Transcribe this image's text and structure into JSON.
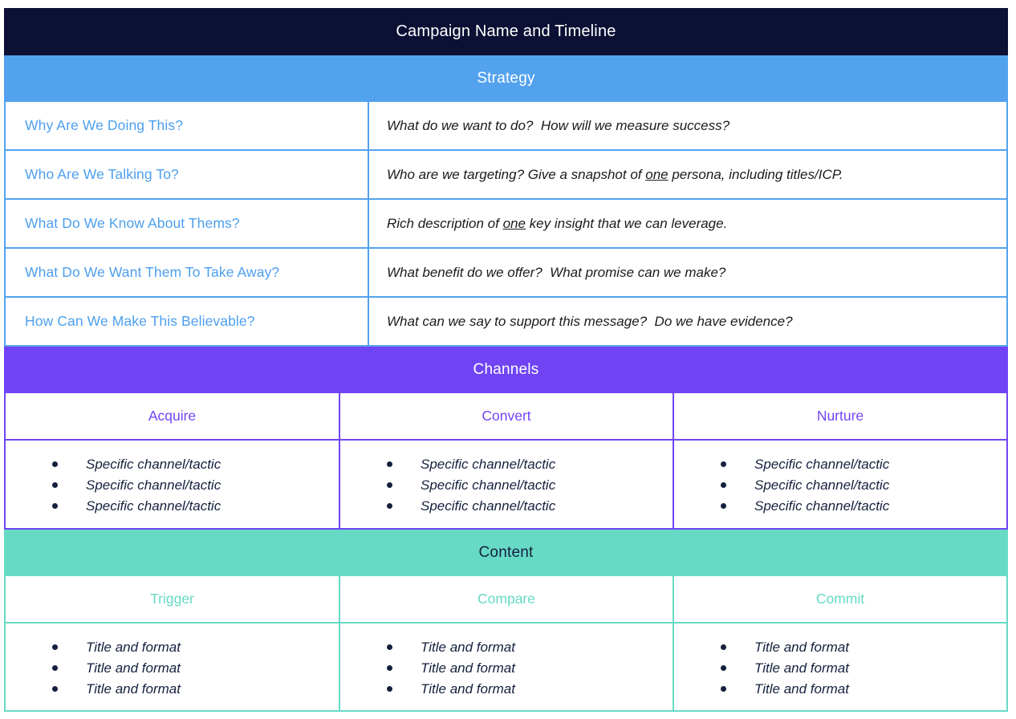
{
  "title": {
    "label": "Campaign Name and Timeline"
  },
  "colors": {
    "title_bar": "#0B1034",
    "strategy": "#52A2EE",
    "channels": "#7044F5",
    "content": "#66DAC5",
    "question_text": "#4D9FEE",
    "body_text": "#14203d"
  },
  "strategy": {
    "band_label": "Strategy",
    "rows": [
      {
        "question": "Why Are We Doing This?",
        "answer_html": "What do we want to do?&nbsp; How will we measure success?"
      },
      {
        "question": "Who Are We Talking To?",
        "answer_html": "Who are we targeting? Give a snapshot of <u>one</u> persona, including titles/ICP."
      },
      {
        "question": "What Do We Know About Thems?",
        "answer_html": "Rich description of <u>one</u> key insight that we can leverage."
      },
      {
        "question": "What Do We Want Them To Take Away?",
        "answer_html": "What benefit do we offer?&nbsp; What promise can we make?"
      },
      {
        "question": "How Can We Make This Believable?",
        "answer_html": "What can we say to support this message?&nbsp; Do we have evidence?"
      }
    ]
  },
  "channels": {
    "band_label": "Channels",
    "columns": [
      {
        "header": "Acquire",
        "items": [
          "Specific channel/tactic",
          "Specific channel/tactic",
          "Specific channel/tactic"
        ]
      },
      {
        "header": "Convert",
        "items": [
          "Specific channel/tactic",
          "Specific channel/tactic",
          "Specific channel/tactic"
        ]
      },
      {
        "header": "Nurture",
        "items": [
          "Specific channel/tactic",
          "Specific channel/tactic",
          "Specific channel/tactic"
        ]
      }
    ]
  },
  "content": {
    "band_label": "Content",
    "columns": [
      {
        "header": "Trigger",
        "items": [
          "Title and format",
          "Title and format",
          "Title and format"
        ]
      },
      {
        "header": "Compare",
        "items": [
          "Title and format",
          "Title and format",
          "Title and format"
        ]
      },
      {
        "header": "Commit",
        "items": [
          "Title and format",
          "Title and format",
          "Title and format"
        ]
      }
    ]
  }
}
